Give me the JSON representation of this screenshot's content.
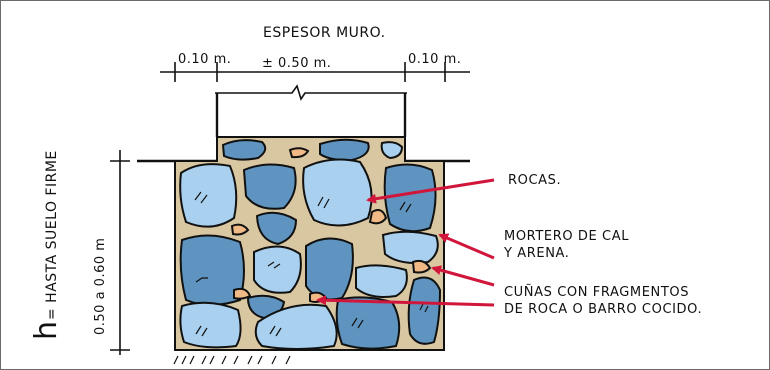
{
  "dimensions": {
    "title": "ESPESOR MURO.",
    "left_offset": "0.10 m.",
    "wall_thickness": "± 0.50 m.",
    "right_offset": "0.10 m."
  },
  "depth": {
    "h_symbol": "h",
    "h_label": "= HASTA SUELO FIRME",
    "range": "0.50 a 0.60 m"
  },
  "callouts": {
    "rocas": "ROCAS.",
    "mortero_line1": "MORTERO DE CAL",
    "mortero_line2": "Y ARENA.",
    "cunas_line1": "CUÑAS CON FRAGMENTOS",
    "cunas_line2": "DE ROCA O BARRO COCIDO."
  },
  "colors": {
    "mortar": "#d9c7a2",
    "rock_light": "#a9d1ef",
    "rock_dark": "#5e94bf",
    "wedge": "#f0b985",
    "arrow": "#d1163c",
    "ink": "#111111"
  }
}
